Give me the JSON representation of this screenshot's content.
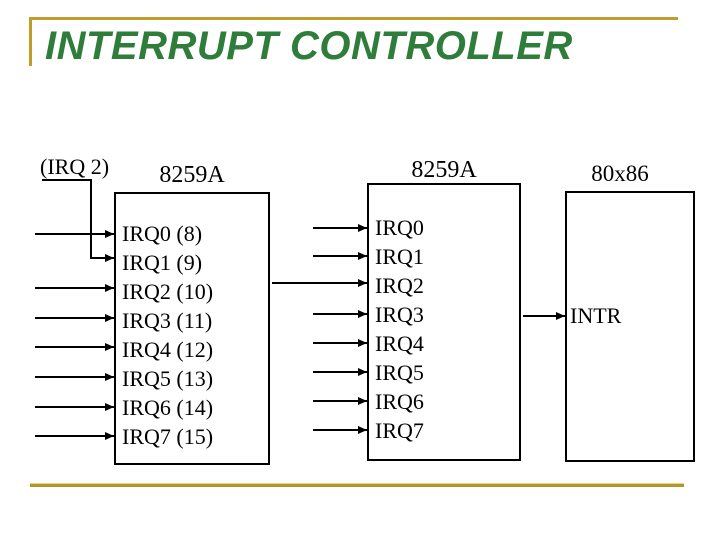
{
  "title": "INTERRUPT CONTROLLER",
  "diagram": {
    "cascade_label": "(IRQ 2)",
    "slave": {
      "chip": "8259A",
      "pins": [
        "IRQ0 (8)",
        "IRQ1 (9)",
        "IRQ2 (10)",
        "IRQ3 (11)",
        "IRQ4 (12)",
        "IRQ5 (13)",
        "IRQ6 (14)",
        "IRQ7 (15)"
      ]
    },
    "master": {
      "chip": "8259A",
      "pins": [
        "IRQ0",
        "IRQ1",
        "IRQ2",
        "IRQ3",
        "IRQ4",
        "IRQ5",
        "IRQ6",
        "IRQ7"
      ]
    },
    "cpu": {
      "chip": "80x86",
      "pin": "INTR"
    }
  },
  "colors": {
    "title_green": "#2F7D3A",
    "accent_gold": "#BE9D2B",
    "ink": "#000000"
  }
}
